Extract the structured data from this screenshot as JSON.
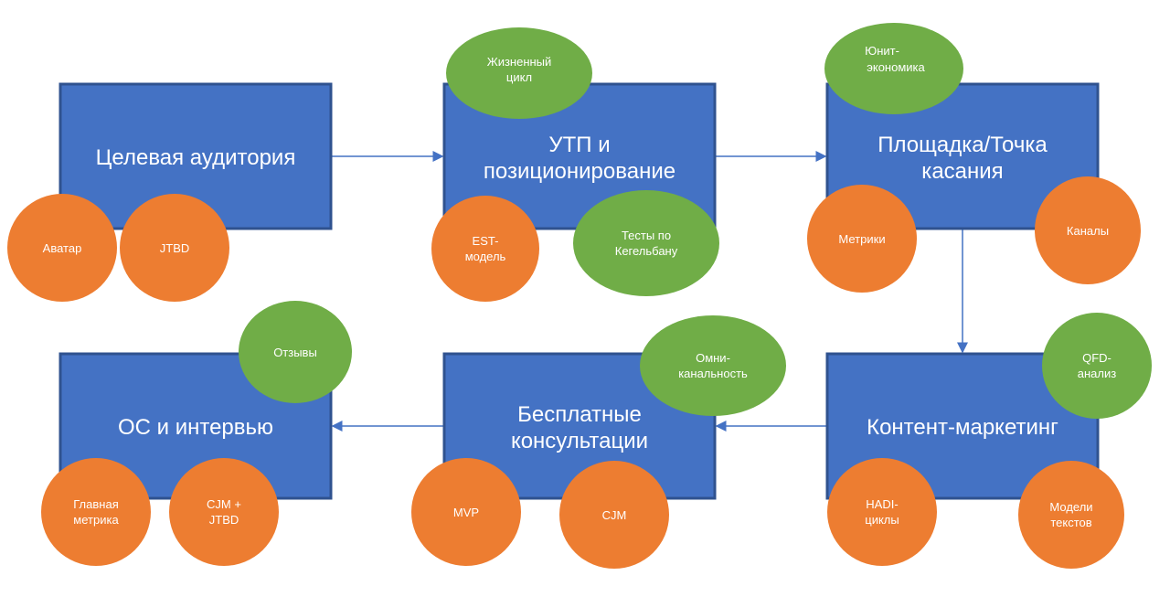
{
  "colors": {
    "box": "#4472C4",
    "box_border": "#2F528F",
    "orange": "#ED7D31",
    "green": "#70AD47",
    "arrow": "#4472C4"
  },
  "boxes": {
    "audience": {
      "lines": [
        "Целевая аудитория"
      ]
    },
    "usp": {
      "lines": [
        "УТП и",
        "позиционирование"
      ]
    },
    "platform": {
      "lines": [
        "Площадка/Точка",
        "касания"
      ]
    },
    "content": {
      "lines": [
        "Контент-маркетинг"
      ]
    },
    "consult": {
      "lines": [
        "Бесплатные",
        "консультации"
      ]
    },
    "feedback": {
      "lines": [
        "ОС и интервью"
      ]
    }
  },
  "bubbles": {
    "avatar": {
      "lines": [
        "Аватар"
      ],
      "color": "orange"
    },
    "jtbd": {
      "lines": [
        "JTBD"
      ],
      "color": "orange"
    },
    "lifecycle": {
      "lines": [
        "Жизненный",
        "цикл"
      ],
      "color": "green"
    },
    "est": {
      "lines": [
        "EST-",
        "модель"
      ],
      "color": "orange"
    },
    "bowling": {
      "lines": [
        "Тесты по",
        "Кегельбану"
      ],
      "color": "green"
    },
    "unit": {
      "lines": [
        "Юнит-",
        "экономика"
      ],
      "color": "green"
    },
    "metrics": {
      "lines": [
        "Метрики"
      ],
      "color": "orange"
    },
    "channels": {
      "lines": [
        "Каналы"
      ],
      "color": "orange"
    },
    "qfd": {
      "lines": [
        "QFD-",
        "анализ"
      ],
      "color": "green"
    },
    "hadi": {
      "lines": [
        "HADI-",
        "циклы"
      ],
      "color": "orange"
    },
    "texts": {
      "lines": [
        "Модели",
        "текстов"
      ],
      "color": "orange"
    },
    "omni": {
      "lines": [
        "Омни-",
        "канальность"
      ],
      "color": "green"
    },
    "mvp": {
      "lines": [
        "MVP"
      ],
      "color": "orange"
    },
    "cjm": {
      "lines": [
        "CJM"
      ],
      "color": "orange"
    },
    "reviews": {
      "lines": [
        "Отзывы"
      ],
      "color": "green"
    },
    "main_metric": {
      "lines": [
        "Главная",
        "метрика"
      ],
      "color": "orange"
    },
    "cjm_jtbd": {
      "lines": [
        "CJM +",
        "JTBD"
      ],
      "color": "orange"
    }
  }
}
